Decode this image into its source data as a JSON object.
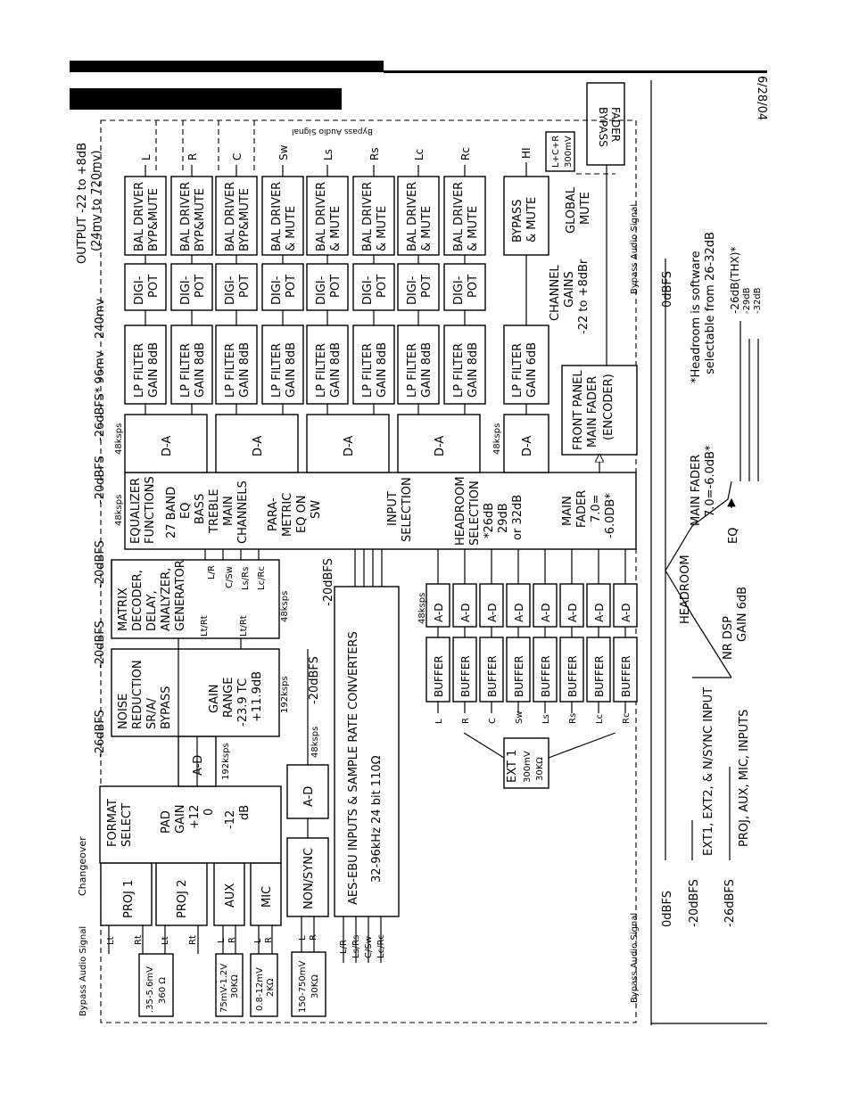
{
  "header": {
    "bar_color": "#000000"
  },
  "date": "6/28/04",
  "bypass_fader": [
    "BYPASS",
    "FADER"
  ],
  "output_label": [
    "OUTPUT -22 to +8dB",
    "(24mv to 720mv)"
  ],
  "bypass_audio_signal": "Bypass Audio Signal",
  "changeover": "Changeover",
  "level_labels": {
    "a": "-26dBFS",
    "b": "-20dBFS",
    "c": "-20dBFS",
    "d": "-20dBFS",
    "e": "-26dBFS* 96mv",
    "f": "240mv",
    "g": "-20dBFS",
    "h": "-20dBFS"
  },
  "inputs": [
    {
      "name": "PROJ 1",
      "left": "Lt",
      "right": "Rt"
    },
    {
      "name": "PROJ 2",
      "left": "Lt",
      "right": "Rt"
    },
    {
      "name": "AUX",
      "left": "L",
      "right": "R"
    },
    {
      "name": "MIC",
      "left": "L",
      "right": "R"
    },
    {
      "name": "NON/SYNC",
      "left": "L",
      "right": "R"
    }
  ],
  "impedance_boxes": [
    [
      ".35-5.6mV",
      "360 Ω"
    ],
    [
      "75mV-1.2V",
      "30KΩ"
    ],
    [
      "0.8-12mV",
      "2KΩ"
    ],
    [
      "150-750mV",
      "30KΩ"
    ]
  ],
  "format_select": [
    "FORMAT",
    "SELECT",
    "PAD",
    "GAIN",
    "+12",
    "0",
    "-12",
    "dB"
  ],
  "ad1": "A-D",
  "ad1_rate": "192ksps",
  "ad2": "A-D",
  "ad2_rate": "48ksps",
  "noise_reduction": [
    "NOISE",
    "REDUCTION",
    "SR/A/",
    "BYPASS",
    "GAIN",
    "RANGE",
    "-23.9 TC",
    "+11.9dB"
  ],
  "nr_rate": "192ksps",
  "matrix": [
    "MATRIX",
    "DECODER,",
    "DELAY,",
    "ANALYZER,",
    "GENERATOR"
  ],
  "matrix_ports": {
    "in1": "Lt/Rt",
    "in2": "Lt/Rt",
    "out1": "L/R",
    "out2": "C/Sw",
    "out3": "Ls/Rs",
    "out4": "Lc/Rc"
  },
  "matrix_rate": "48ksps",
  "aes": [
    "AES-EBU INPUTS & SAMPLE RATE CONVERTERS",
    "32-96kHz  24 bit  110Ω"
  ],
  "aes_ports": [
    "L/R",
    "Ls/Rs",
    "C/Sw",
    "Lc/Rc"
  ],
  "dsp": [
    "EQUALIZER",
    "FUNCTIONS",
    "27 BAND",
    "EQ",
    "BASS",
    "TREBLE",
    "MAIN",
    "CHANNELS",
    "PARA-",
    "METRIC",
    "EQ ON",
    "SW",
    "INPUT",
    "SELECTION",
    "HEADROOM",
    "SELECTION",
    "*26dB",
    "29dB",
    "or 32dB",
    "MAIN",
    "FADER",
    "7.0=",
    "-6.0DB*"
  ],
  "dsp_rate": "48ksps",
  "ext_channels": [
    "L",
    "R",
    "C",
    "Sw",
    "Ls",
    "Rs",
    "Lc",
    "Rc"
  ],
  "buffer": "BUFFER",
  "ext_ad": "A-D",
  "ext_ad_rate": "48ksps",
  "ext_box": [
    "EXT 1",
    "300mV",
    "30KΩ"
  ],
  "da": "D-A",
  "da_rate": "48ksps",
  "lp8": [
    "LP FILTER",
    "GAIN 8dB"
  ],
  "lp6": [
    "LP FILTER",
    "GAIN 6dB"
  ],
  "digipot": [
    "DIGI-",
    "POT"
  ],
  "drivers": [
    {
      "label": [
        "BAL DRIVER",
        "BYP&MUTE"
      ],
      "out": "L"
    },
    {
      "label": [
        "BAL DRIVER",
        "BYP&MUTE"
      ],
      "out": "R"
    },
    {
      "label": [
        "BAL DRIVER",
        "BYP&MUTE"
      ],
      "out": "C"
    },
    {
      "label": [
        "BAL DRIVER",
        "& MUTE"
      ],
      "out": "Sw"
    },
    {
      "label": [
        "BAL DRIVER",
        "& MUTE"
      ],
      "out": "Ls"
    },
    {
      "label": [
        "BAL DRIVER",
        "& MUTE"
      ],
      "out": "Rs"
    },
    {
      "label": [
        "BAL DRIVER",
        "& MUTE"
      ],
      "out": "Lc"
    },
    {
      "label": [
        "BAL DRIVER",
        "& MUTE"
      ],
      "out": "Rc"
    }
  ],
  "bypass_mute": [
    "BYPASS",
    "& MUTE"
  ],
  "hi_out": "HI",
  "lcr_box": [
    "L+C+R",
    "300mV"
  ],
  "channel_gains": [
    "CHANNEL",
    "GAINS",
    "-22 to +8dBr"
  ],
  "global_mute": [
    "GLOBAL",
    "MUTE"
  ],
  "front_panel": [
    "FRONT PANEL",
    "MAIN FADER",
    "(ENCODER)"
  ],
  "level_chart": {
    "zero": "0dBFS",
    "minus20": "-20dBFS",
    "minus26": "-26dBFS",
    "ext_inputs": "EXT1, EXT2, & N/SYNC INPUT",
    "proj_inputs": "PROJ, AUX, MIC, INPUTS",
    "nr_dsp": [
      "NR DSP",
      "GAIN 6dB"
    ],
    "headroom": "HEADROOM",
    "eq": "EQ",
    "main_fader": [
      "MAIN FADER",
      "7.0=-6.0dB*"
    ],
    "odbfs_right": "0dBFS",
    "headroom_note": [
      "*Headroom is software",
      "selectable from 26-32dB"
    ],
    "ticks": [
      "-26dB(THX)*",
      "-29dB",
      "-32dB"
    ]
  }
}
